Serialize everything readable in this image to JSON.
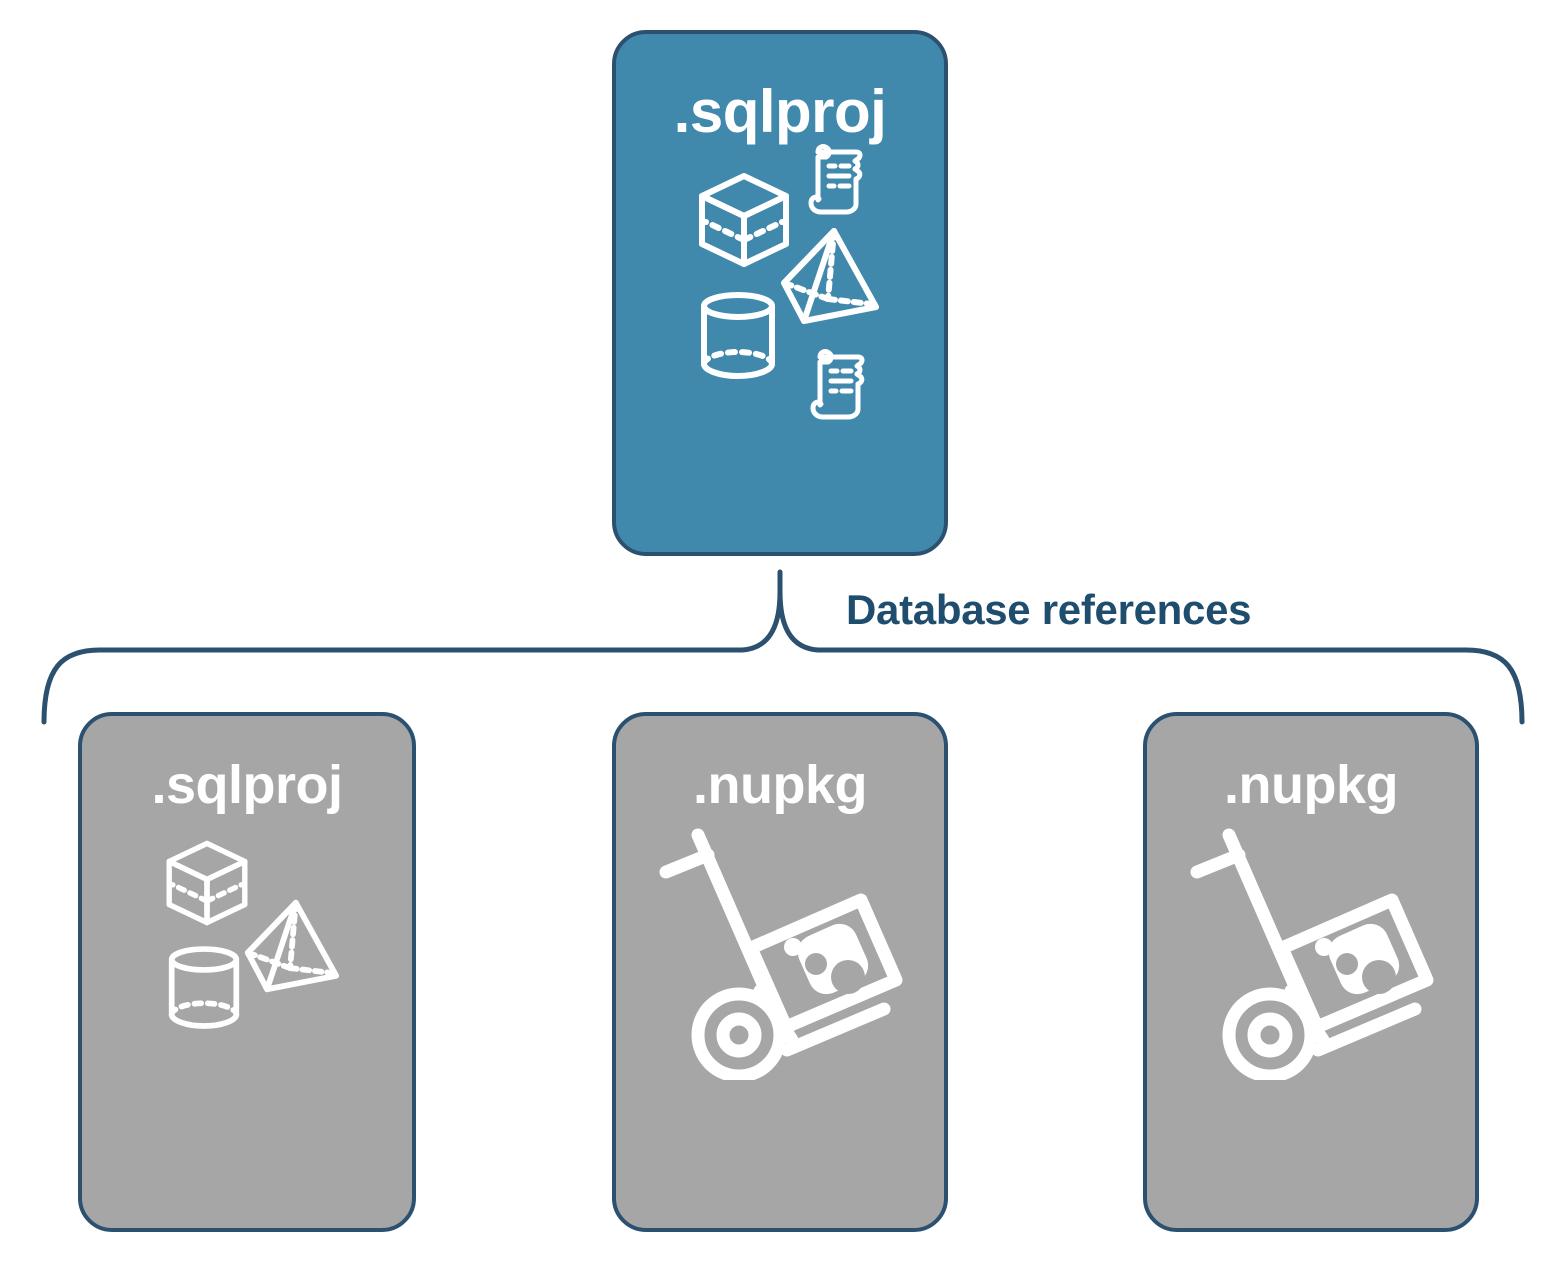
{
  "diagram": {
    "title": "Database references",
    "colors": {
      "primary_fill": "#4189ac",
      "secondary_fill": "#a6a6a6",
      "border": "#2b5070",
      "label_text": "#1f4d6e",
      "icon": "#ffffff",
      "background": "#ffffff"
    },
    "edge": {
      "label": "Database references",
      "style": "curly-brace-bracket"
    },
    "nodes": [
      {
        "id": "root-sqlproj",
        "label": ".sqlproj",
        "role": "primary",
        "fill": "#4189ac",
        "icons": [
          "cube-icon",
          "scroll-icon",
          "pyramid-icon",
          "cylinder-icon",
          "scroll-icon"
        ]
      },
      {
        "id": "ref-sqlproj",
        "label": ".sqlproj",
        "role": "secondary",
        "fill": "#a6a6a6",
        "icons": [
          "cube-icon",
          "pyramid-icon",
          "cylinder-icon"
        ]
      },
      {
        "id": "ref-nupkg-1",
        "label": ".nupkg",
        "role": "secondary",
        "fill": "#a6a6a6",
        "icons": [
          "hand-truck-package-icon"
        ]
      },
      {
        "id": "ref-nupkg-2",
        "label": ".nupkg",
        "role": "secondary",
        "fill": "#a6a6a6",
        "icons": [
          "hand-truck-package-icon"
        ]
      }
    ]
  }
}
